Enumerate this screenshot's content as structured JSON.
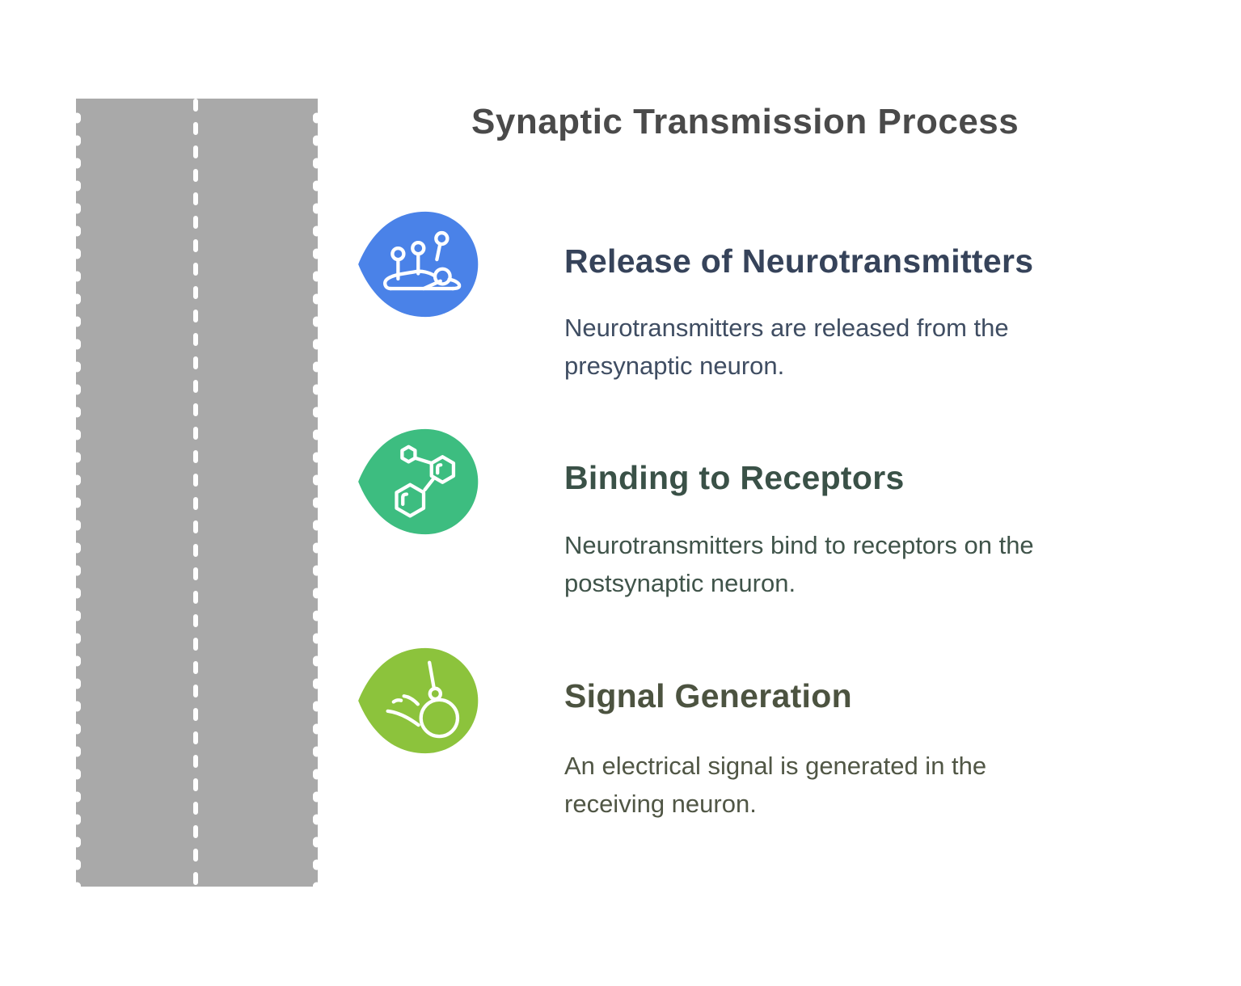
{
  "page": {
    "background_color": "#ffffff"
  },
  "title": {
    "text": "Synaptic Transmission Process",
    "color": "#4a4a4a"
  },
  "road": {
    "surface_color": "#a9a9a9",
    "marking_color": "#ffffff"
  },
  "steps": [
    {
      "heading": "Release of Neurotransmitters",
      "description": "Neurotransmitters are released from the\npresynaptic neuron.",
      "icon": "acupuncture-needles-icon",
      "bubble_color": "#4a82e8",
      "heading_color": "#36435a",
      "body_color": "#3f4d62"
    },
    {
      "heading": "Binding to Receptors",
      "description": "Neurotransmitters bind to receptors on the\npostsynaptic neuron.",
      "icon": "molecule-icon",
      "bubble_color": "#3dbd80",
      "heading_color": "#3a5147",
      "body_color": "#40544a"
    },
    {
      "heading": "Signal Generation",
      "description": "An electrical signal is generated in the\nreceiving neuron.",
      "icon": "pendulum-icon",
      "bubble_color": "#8cc33c",
      "heading_color": "#4c5340",
      "body_color": "#505645"
    }
  ]
}
